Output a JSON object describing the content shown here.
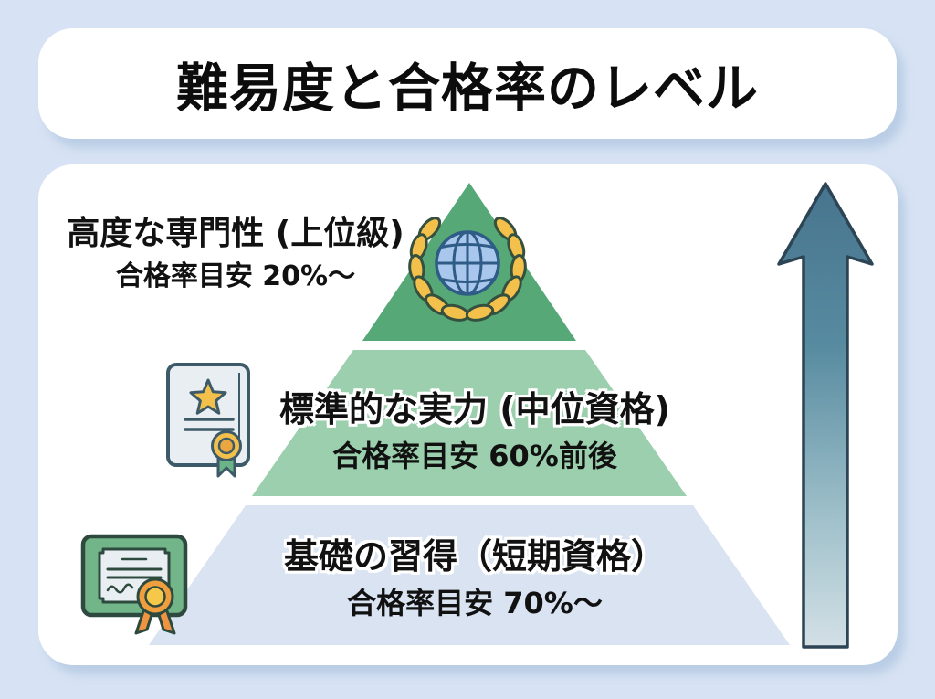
{
  "title": "難易度と合格率のレベル",
  "levels": [
    {
      "name": "高度な専門性 (上位級)",
      "rate": "合格率目安 20%～"
    },
    {
      "name": "標準的な実力 (中位資格)",
      "rate": "合格率目安 60%前後"
    },
    {
      "name": "基礎の習得（短期資格）",
      "rate": "合格率目安 70%～"
    }
  ],
  "icons": {
    "top": "globe-laurel-icon",
    "middle": "certificate-star-icon",
    "bottom": "diploma-ribbon-icon",
    "side": "upward-arrow"
  },
  "colors": {
    "bg": "#d7e3f4",
    "card": "#ffffff",
    "shadow": "rgba(163,187,216,0.55)",
    "text": "#111111",
    "band-top": "#56a877",
    "band-mid": "#9bcfad",
    "band-bottom": "#d9e3f1",
    "arrow-top": "#47748e",
    "arrow-mid": "#578ba0",
    "arrow-low": "#9fc0ca",
    "arrow-end": "#d3e0e6",
    "arrow-stroke": "#2c4453",
    "gold": "#f3c04b",
    "leaf-stroke": "#35503f",
    "globe-fill": "#a9c6ec",
    "globe-stroke": "#2f5c86",
    "icon-stroke": "#3d5a68",
    "cert-paper": "#e9eef3",
    "medal-core": "#eaa63f",
    "ribbon-green": "#6db388",
    "diploma-green": "#72b588",
    "diploma-stroke": "#2e4a3e",
    "rosette-outer": "#ef9f3e",
    "rosette-inner": "#f6c84a",
    "ribbon-orange": "#ef9440"
  }
}
